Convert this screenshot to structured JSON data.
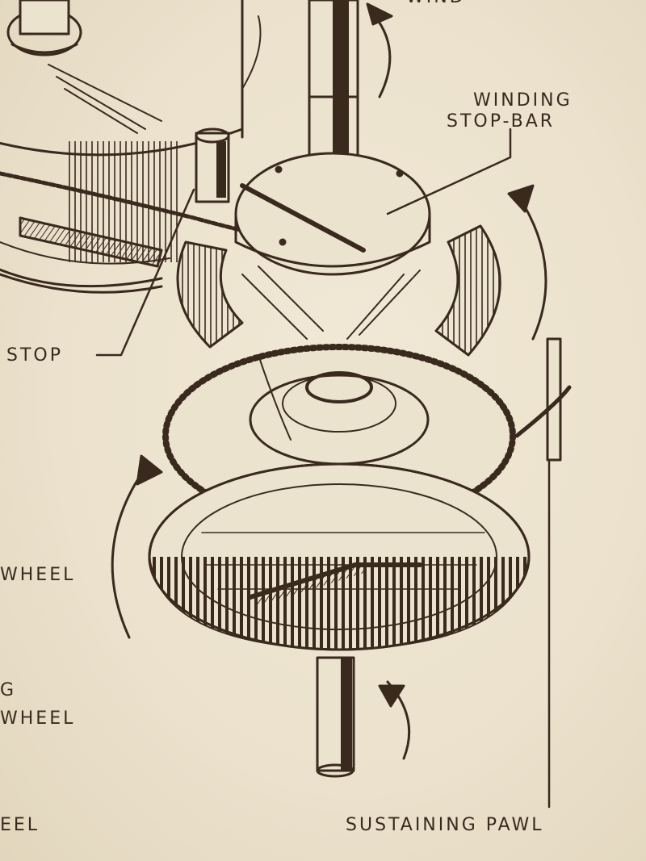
{
  "labels": {
    "winding_top": "WIND",
    "winding_stop_bar_line1": "WINDING",
    "winding_stop_bar_line2": "STOP-BAR",
    "stop": "STOP",
    "wheel_1": "WHEEL",
    "g_fragment": "G",
    "wheel_2": "WHEEL",
    "eel_fragment": "EEL",
    "sustaining_pawl": "SUSTAINING PAWL"
  },
  "colors": {
    "paper": "#ece3cf",
    "ink": "#3a2a1e"
  }
}
